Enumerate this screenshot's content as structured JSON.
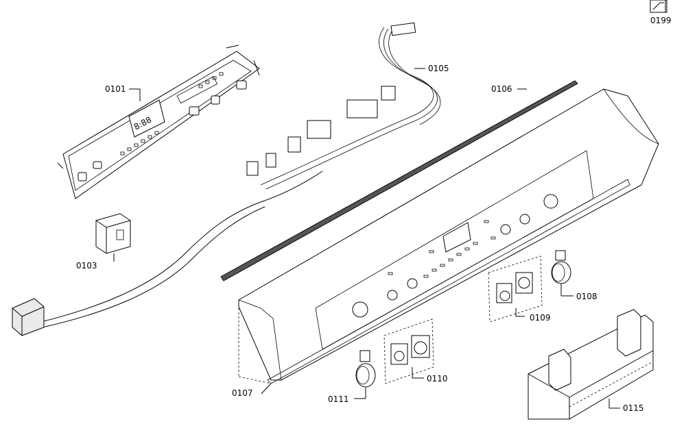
{
  "parts": {
    "p0101": "0101",
    "p0103": "0103",
    "p0105": "0105",
    "p0106": "0106",
    "p0107": "0107",
    "p0108": "0108",
    "p0109": "0109",
    "p0110": "0110",
    "p0111": "0111",
    "p0115": "0115",
    "p0199": "0199"
  },
  "display": {
    "digits": "8:88"
  }
}
